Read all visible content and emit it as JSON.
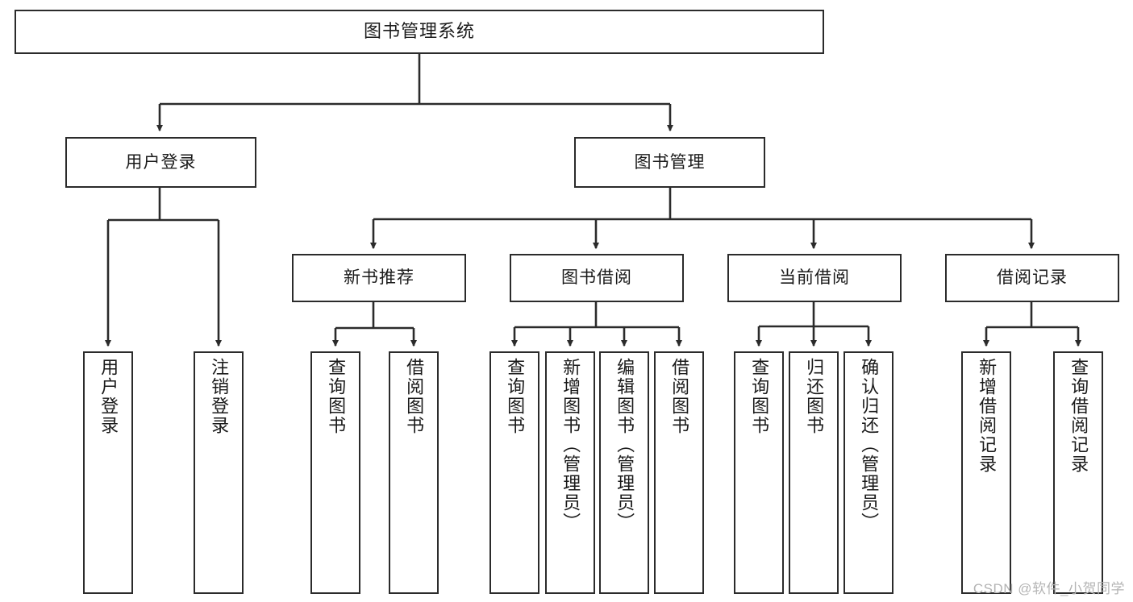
{
  "diagram": {
    "title": "图书管理系统",
    "watermark": "CSDN @软件_小贺同学",
    "line_color": "#2b2b2b",
    "box_fill": "#ffffff",
    "text_color": "#1a1a1a",
    "root": {
      "label": "图书管理系统"
    },
    "level2": [
      {
        "label": "用户登录"
      },
      {
        "label": "图书管理"
      }
    ],
    "level3": [
      {
        "label": "新书推荐"
      },
      {
        "label": "图书借阅"
      },
      {
        "label": "当前借阅"
      },
      {
        "label": "借阅记录"
      }
    ],
    "leaves": {
      "user_login": [
        {
          "label": "用户登录"
        },
        {
          "label": "注销登录"
        }
      ],
      "new_book": [
        {
          "label": "查询图书"
        },
        {
          "label": "借阅图书"
        }
      ],
      "book_borrow": [
        {
          "label": "查询图书"
        },
        {
          "label": "新增图书（管理员）"
        },
        {
          "label": "编辑图书（管理员）"
        },
        {
          "label": "借阅图书"
        }
      ],
      "current_borrow": [
        {
          "label": "查询图书"
        },
        {
          "label": "归还图书"
        },
        {
          "label": "确认归还（管理员）"
        }
      ],
      "borrow_record": [
        {
          "label": "新增借阅记录"
        },
        {
          "label": "查询借阅记录"
        }
      ]
    }
  }
}
